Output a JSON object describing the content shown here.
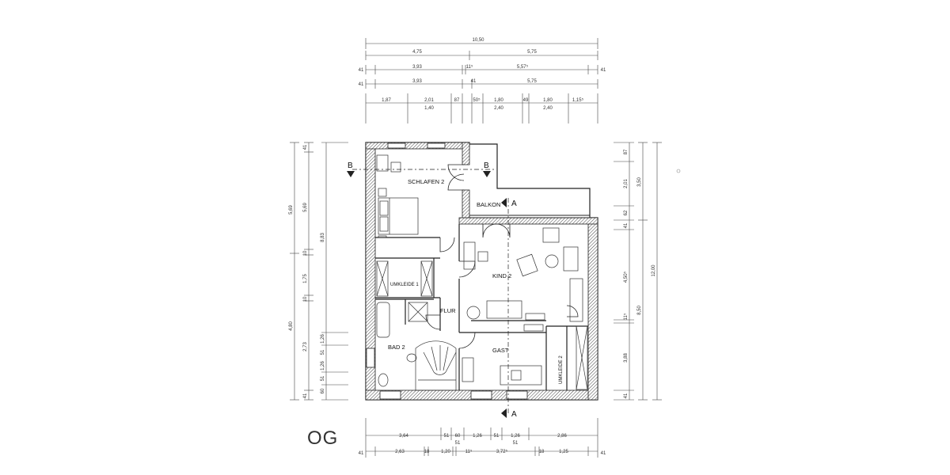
{
  "floor_label": "OG",
  "rooms": {
    "schlafen2": "SCHLAFEN 2",
    "balkon": "BALKON",
    "kind2": "KIND 2",
    "umkleide1": "UMKLEIDE 1",
    "flur": "FLUR",
    "bad2": "BAD 2",
    "gast": "GAST",
    "umkleide2": "UMKLEIDE 2"
  },
  "section_marks": {
    "b": "B",
    "a": "A"
  },
  "top_dims": {
    "row1": [
      "10,50"
    ],
    "row2": [
      "4,75",
      "5,75"
    ],
    "row3": [
      "41",
      "3,93",
      "11⁵",
      "5,57⁵",
      "41"
    ],
    "row4": [
      "41",
      "3,93",
      "41",
      "5,75"
    ],
    "row5": [
      "1,87",
      "2,01",
      "87",
      "50⁵",
      "1,80",
      "49",
      "1,80",
      "1,15⁵"
    ],
    "row5b": [
      "1,40",
      "2,40",
      "2,40"
    ]
  },
  "bottom_dims": {
    "row1": [
      "3,64",
      "51",
      "60",
      "1,26",
      "51",
      "1,26",
      "2,86"
    ],
    "row1b": [
      "51",
      "51"
    ],
    "row2": [
      "41",
      "2,63",
      "18",
      "1,20",
      "11⁵",
      "3,72⁵",
      "18",
      "1,25",
      "41"
    ]
  },
  "left_dims": {
    "outer": [
      "5,69",
      "4,80"
    ],
    "inner": [
      "41",
      "5,69",
      "10",
      "1,75",
      "10",
      "2,73",
      "41"
    ],
    "mid": [
      "8,83"
    ],
    "small": [
      "1,26",
      "51",
      "1,26",
      "51",
      "60"
    ]
  },
  "right_dims": {
    "inner": [
      "87",
      "2,01",
      "62",
      "41",
      "4,50⁵",
      "11⁵",
      "3,88",
      "41"
    ],
    "mid": [
      "3,50",
      "8,50"
    ],
    "outer": [
      "12,00"
    ]
  }
}
